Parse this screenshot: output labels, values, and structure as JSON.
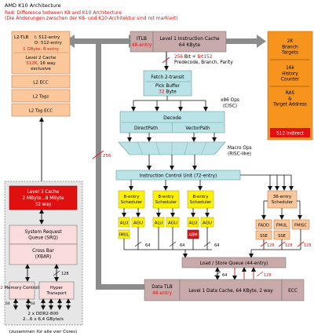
{
  "header": {
    "title": "AMD K10 Architecture",
    "subtitle_en": "Red: Difference between K8 and K10 Architecture",
    "subtitle_de": "(Die Änderungen zwischen der K8- und K10-Architektur sind rot markiert)"
  },
  "colors": {
    "orange": "#f7941d",
    "peach": "#fcc89b",
    "mauve": "#c8aaaa",
    "teal": "#b9e3e6",
    "yellow": "#fff200",
    "red": "#e01010",
    "gray_arrow": "#8c8c8c"
  },
  "itlb": {
    "name": "ITLB",
    "entries": "48-entry"
  },
  "l1i": {
    "name": "Level 1 Instruction Cache",
    "size": "64 KByte"
  },
  "branch": {
    "targets": "2K\nBranch\nTargets",
    "history": "16k\nHistory\nCounter",
    "ras": "RAS\n&\nTarget Address",
    "indirect": "512 indirect"
  },
  "fetch_bus": {
    "red_a": "256",
    "mid": " Bit + ",
    "red_b": "Bit152",
    "end": "",
    "line2": "Predecode, Branch, Parity"
  },
  "fetch": {
    "title": "Fetch 2-transit",
    "buffer": "Pick Buffer",
    "buffer_size_red": "32",
    "buffer_unit": " Byte"
  },
  "x86_ops": "x86 Ops\n(CISC)",
  "decode": {
    "title": "Decode",
    "direct": "DirectPath",
    "vector": "VectorPath"
  },
  "macro_ops": "Macro Ops\n(RISC-like)",
  "icu": "Instruction Control Unit (72-entry)",
  "int_scheduler": "8-entry\nScheduler",
  "fp_scheduler": "36-entry\nScheduler",
  "units": {
    "alu": "ALU",
    "agu": "AGU",
    "imul": "IMUL",
    "abm": "ABM"
  },
  "fp_units": {
    "fadd": "FADD",
    "fmul": "FMUL",
    "fmisc": "FMISC",
    "sse": "SSE"
  },
  "bus": {
    "b64": "64",
    "b128": "128",
    "b256": "256"
  },
  "lsq": "Load / Store Queue (44-entry)",
  "dtlb": {
    "name": "Data TLB",
    "entries": "48-entry"
  },
  "l1d": "Level 1 Data Cache, 64 KByte, 2 way",
  "ecc": "ECC",
  "l2": {
    "tlb_label": "L2-TLB",
    "tlb_i": "I: 512-entry",
    "tlb_d": "D: 512-entry",
    "tlb_red": "1 GByte: 8-entry",
    "cache_title": "Level 2 Cache",
    "cache_red": "512K",
    "cache_rest": ", 16 way",
    "cache_excl": "exclusive",
    "ecc": "L2 ECC",
    "tags": "L2 Tags",
    "tag_ecc": "L2 Tag ECC"
  },
  "l3": {
    "title": "Level 3 Cache",
    "size": "2 MByte...8 MByte",
    "way": "32 way"
  },
  "srq": {
    "name": "System Request\nQueue (SRQ)",
    "xbar": "Cross Bar\n(XBAR)"
  },
  "memctrl": {
    "red": "2",
    "text": " Memory\nController"
  },
  "ht": {
    "name": "Hyper\nTransport"
  },
  "ddr": "2 x DDR2-800\n2...6 x 6,4 GByte/s",
  "footer": "(zusammen für alle vier Cores)"
}
